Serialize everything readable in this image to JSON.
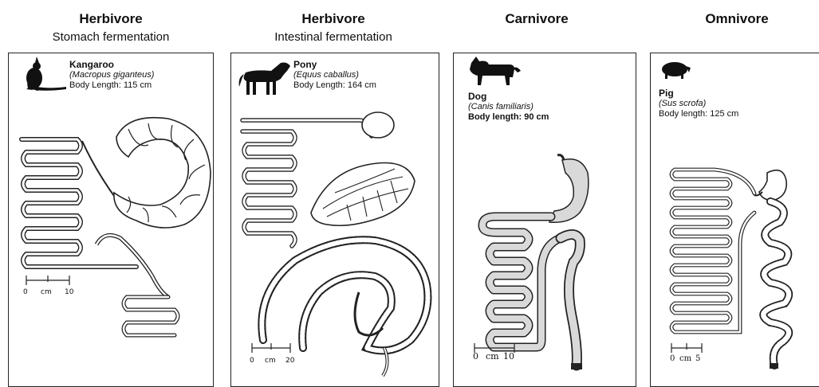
{
  "columns": [
    {
      "title": "Herbivore",
      "subtitle": "Stomach fermentation"
    },
    {
      "title": "Herbivore",
      "subtitle": "Intestinal fermentation"
    },
    {
      "title": "Carnivore",
      "subtitle": ""
    },
    {
      "title": "Omnivore",
      "subtitle": ""
    }
  ],
  "panels": [
    {
      "name": "Kangaroo",
      "scientific": "(Macropus giganteus)",
      "body_length": "Body Length: 115 cm",
      "scale": {
        "start": "0",
        "unit": "cm",
        "end": "10"
      }
    },
    {
      "name": "Pony",
      "scientific": "(Equus caballus)",
      "body_length": "Body Length: 164 cm",
      "scale": {
        "start": "0",
        "unit": "cm",
        "end": "20"
      }
    },
    {
      "name": "Dog",
      "scientific": "(Canis familiaris)",
      "body_length": "Body length: 90 cm",
      "scale": {
        "start": "0",
        "unit": "cm",
        "end": "10"
      }
    },
    {
      "name": "Pig",
      "scientific": "(Sus scrofa)",
      "body_length": "Body length: 125 cm",
      "scale": {
        "start": "0",
        "unit": "cm",
        "end": "5"
      }
    }
  ],
  "silhouettes": [
    "kangaroo-icon",
    "pony-icon",
    "dog-icon",
    "pig-icon"
  ],
  "colors": {
    "tract_fill": "#d9d9d9",
    "line": "#222222"
  }
}
